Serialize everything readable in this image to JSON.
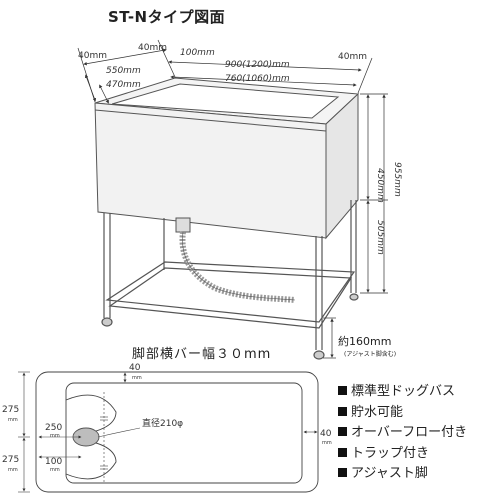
{
  "title": "ST-Nタイプ図面",
  "top_dimensions": {
    "left_40": "40mm",
    "inner_40": "40mm",
    "inner_100": "100mm",
    "width_outer": "900(1200)mm",
    "width_inner": "760(1060)mm",
    "right_40": "40mm",
    "depth_outer": "550mm",
    "depth_inner": "470mm"
  },
  "side_dimensions": {
    "height_total": "955mm",
    "height_tub": "450mm",
    "height_legs": "505mm"
  },
  "leg_note": {
    "main": "約160mm",
    "sub": "(アジャスト脚含む)"
  },
  "crossbar_label": "脚部横バー幅３０mm",
  "plan_view": {
    "top_40": "40",
    "top_40_unit": "mm",
    "dim_275_top": "275",
    "dim_275_top_unit": "mm",
    "dim_275_bottom": "275",
    "dim_275_bottom_unit": "mm",
    "dim_250": "250",
    "dim_250_unit": "mm",
    "dim_100": "100",
    "dim_100_unit": "mm",
    "drain_diameter": "直径210φ",
    "right_40": "40",
    "right_40_unit": "mm"
  },
  "features": [
    "標準型ドッグバス",
    "貯水可能",
    "オーバーフロー付き",
    "トラップ付き",
    "アジャスト脚"
  ],
  "colors": {
    "line": "#555555",
    "tub_fill": "#f2f2f2",
    "hose": "#9a9a9a",
    "drain_fill": "#bdbdbd"
  }
}
